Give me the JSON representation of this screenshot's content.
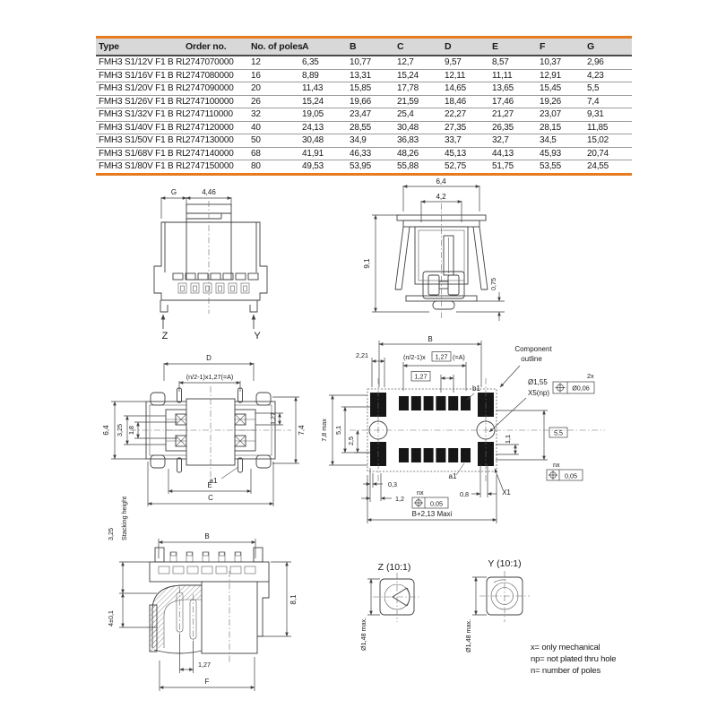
{
  "colors": {
    "accent": "#E87B20",
    "header_bg": "#D8D8D8",
    "line": "#3F3F3F"
  },
  "table": {
    "headers": [
      "Type",
      "Order no.",
      "No. of poles",
      "A",
      "B",
      "C",
      "D",
      "E",
      "F",
      "G"
    ],
    "rows": [
      [
        "FMH3 S1/12V F1 B RL",
        "2747070000",
        "12",
        "6,35",
        "10,77",
        "12,7",
        "9,57",
        "8,57",
        "10,37",
        "2,96"
      ],
      [
        "FMH3 S1/16V F1 B RL",
        "2747080000",
        "16",
        "8,89",
        "13,31",
        "15,24",
        "12,11",
        "11,11",
        "12,91",
        "4,23"
      ],
      [
        "FMH3 S1/20V F1 B RL",
        "2747090000",
        "20",
        "11,43",
        "15,85",
        "17,78",
        "14,65",
        "13,65",
        "15,45",
        "5,5"
      ],
      [
        "FMH3 S1/26V F1 B RL",
        "2747100000",
        "26",
        "15,24",
        "19,66",
        "21,59",
        "18,46",
        "17,46",
        "19,26",
        "7,4"
      ],
      [
        "FMH3 S1/32V F1 B RL",
        "2747110000",
        "32",
        "19,05",
        "23,47",
        "25,4",
        "22,27",
        "21,27",
        "23,07",
        "9,31"
      ],
      [
        "FMH3 S1/40V F1 B RL",
        "2747120000",
        "40",
        "24,13",
        "28,55",
        "30,48",
        "27,35",
        "26,35",
        "28,15",
        "11,85"
      ],
      [
        "FMH3 S1/50V F1 B RL",
        "2747130000",
        "50",
        "30,48",
        "34,9",
        "36,83",
        "33,7",
        "32,7",
        "34,5",
        "15,02"
      ],
      [
        "FMH3 S1/68V F1 B RL",
        "2747140000",
        "68",
        "41,91",
        "46,33",
        "48,26",
        "45,13",
        "44,13",
        "45,93",
        "20,74"
      ],
      [
        "FMH3 S1/80V F1 B RL",
        "2747150000",
        "80",
        "49,53",
        "53,95",
        "55,88",
        "52,75",
        "51,75",
        "53,55",
        "24,55"
      ]
    ]
  },
  "front_view": {
    "dim_g": "G",
    "dim_446": "4,46",
    "label_z": "Z",
    "label_y": "Y"
  },
  "side_view": {
    "dim_64": "6,4",
    "dim_42": "4,2",
    "dim_91": "9,1",
    "dim_075": "0,75"
  },
  "top_view": {
    "dim_d": "D",
    "pitch_formula": "(n/2-1)x1,27(=A)",
    "dim_64": "6,4",
    "dim_325": "3,25",
    "dim_18": "1,8",
    "dim_127": "1,27",
    "dim_74": "7,4",
    "label_a1": "a1",
    "dim_e": "E",
    "dim_c": "C"
  },
  "pcb": {
    "dim_b": "B",
    "dim_221": "2,21",
    "pitch_prefix": "(n/2-1)x",
    "pitch_boxed": "1,27",
    "pitch_suffix": "(=A)",
    "boxed_127": "1,27",
    "label_b1": "b1",
    "outline_line1": "Component",
    "outline_line2": "outline",
    "hole_dia": "Ø1,55",
    "hole_label": "X5(np)",
    "count_2x": "2x",
    "tol_006": "Ø0,06",
    "dim_78max": "7,8 max",
    "dim_51": "5,1",
    "dim_25": "2,5",
    "dim_55": "5,5",
    "dim_11": "1,1",
    "nx": "nx",
    "tol_005": "0,05",
    "dim_03": "0,3",
    "dim_12": "1,2",
    "dim_08": "0,8",
    "label_a1": "a1",
    "label_x1": "X1",
    "dim_bottom": "B+2,13 Maxi"
  },
  "section_view": {
    "stacking_label": "Stacking height",
    "dim_325": "3,25",
    "dim_b": "B",
    "dim_4tol": "4±0,1",
    "dim_81": "8,1",
    "dim_127": "1,27",
    "dim_f": "F"
  },
  "detail_z": {
    "title": "Z  (10:1)",
    "dim": "Ø1,48 max."
  },
  "detail_y": {
    "title": "Y  (10:1)",
    "dim": "Ø1,48 max."
  },
  "footnotes": {
    "line1": "x= only mechanical",
    "line2": "np= not plated thru hole",
    "line3": "n= number of poles"
  }
}
